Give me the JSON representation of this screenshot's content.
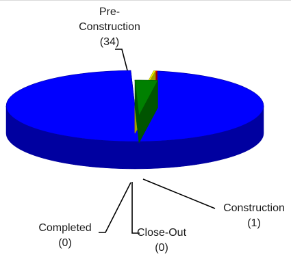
{
  "chart_data": {
    "type": "pie",
    "style": "3d-exploded",
    "slices": [
      {
        "name": "Pre-Construction",
        "label_lines": [
          "Pre-",
          "Construction"
        ],
        "value": 34,
        "value_label": "(34)",
        "color": "#0000ff",
        "side_color": "#0000a0"
      },
      {
        "name": "Construction",
        "label_lines": [
          "Construction"
        ],
        "value": 1,
        "value_label": "(1)",
        "color": "#008000",
        "side_color": "#005400"
      },
      {
        "name": "Close-Out",
        "label_lines": [
          "Close-Out"
        ],
        "value": 0,
        "value_label": "(0)",
        "color": "#ffff00",
        "side_color": "#a0a000"
      },
      {
        "name": "Completed",
        "label_lines": [
          "Completed"
        ],
        "value": 0,
        "value_label": "(0)",
        "color": "#ff0000",
        "side_color": "#a00000"
      }
    ],
    "legend": "none",
    "labels": "outside-with-leader-lines"
  }
}
